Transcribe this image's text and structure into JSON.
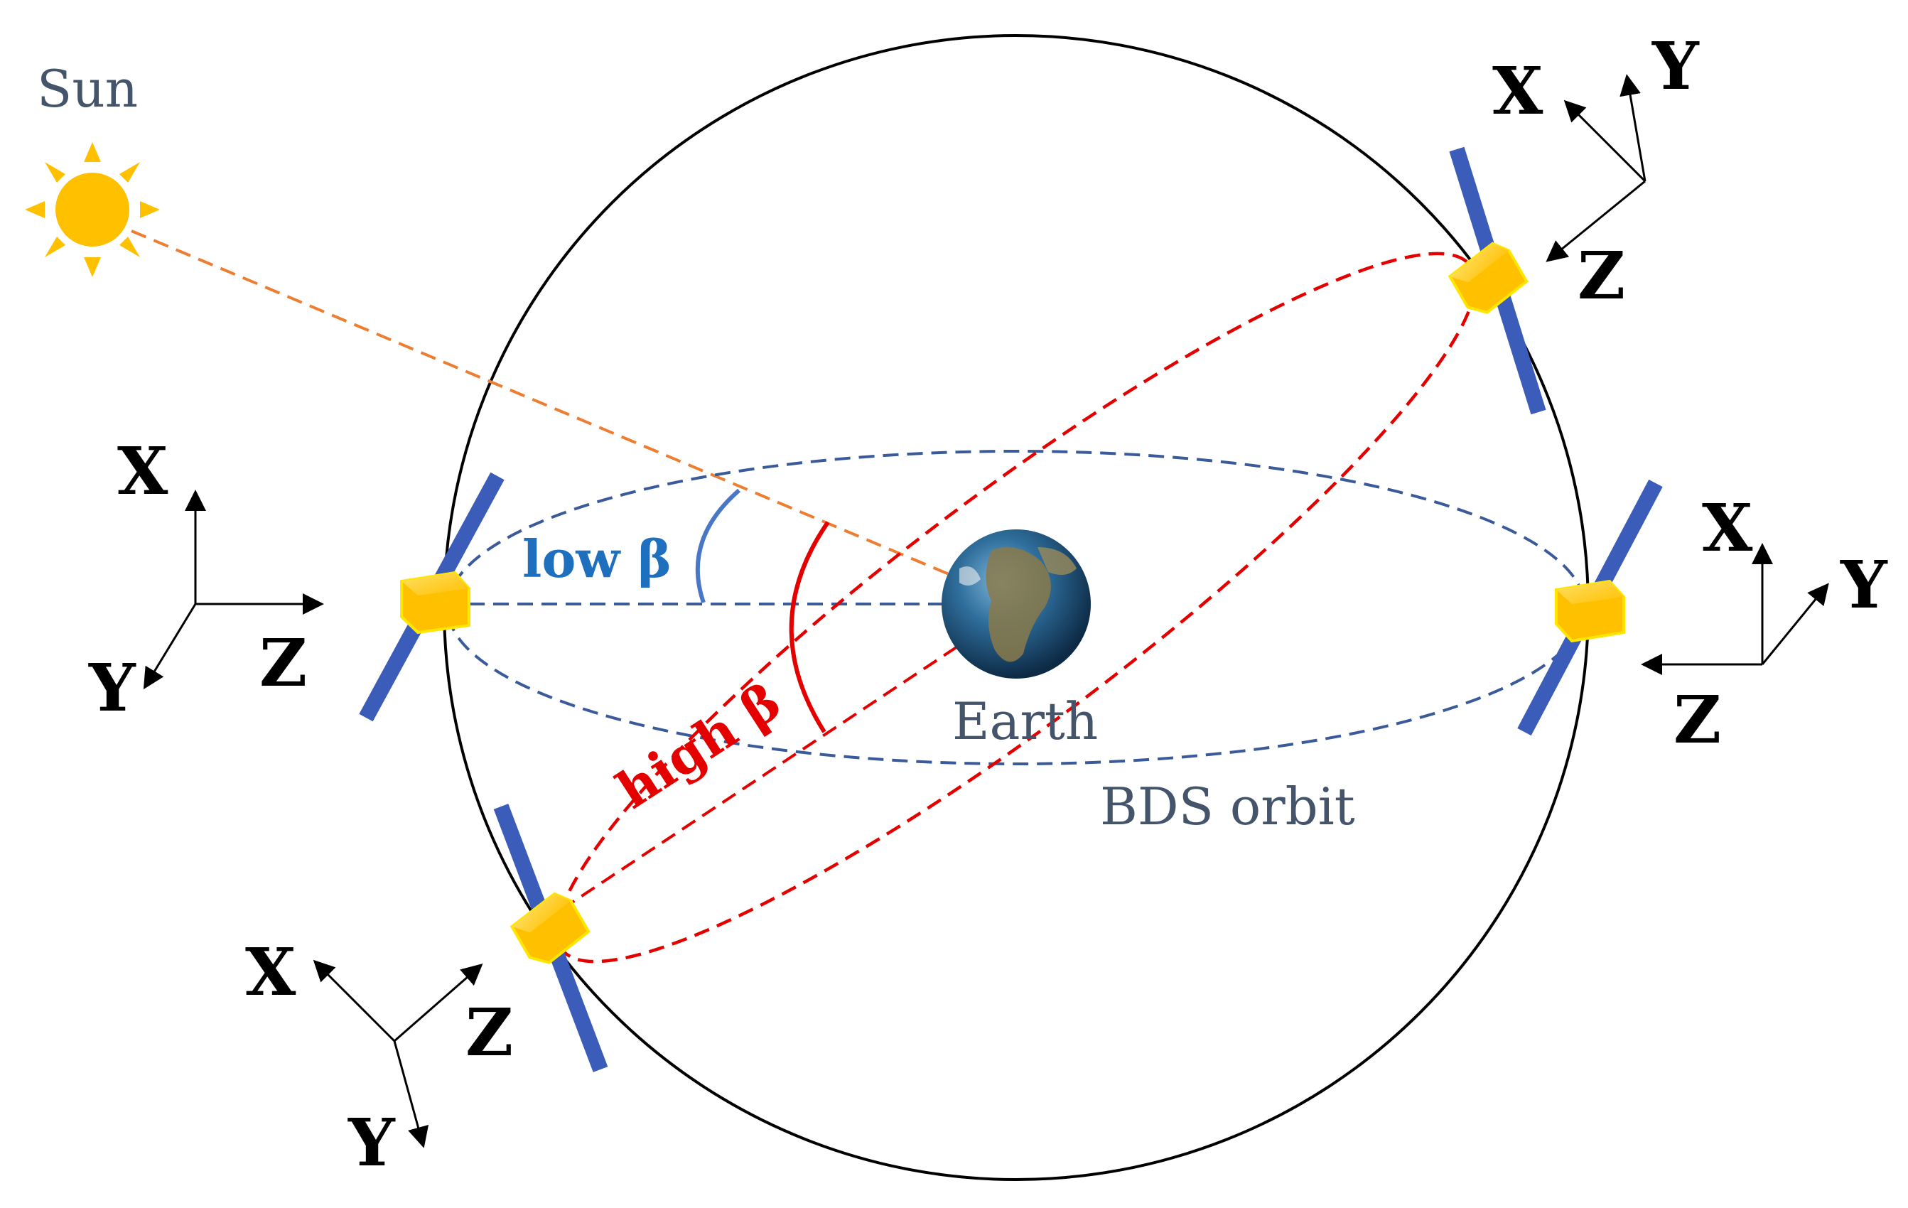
{
  "labels": {
    "sun": "Sun",
    "earth": "Earth",
    "orbit": "BDS orbit",
    "low_beta": "low β",
    "high_beta": "high β"
  },
  "satellites": [
    {
      "id": "left",
      "axes": {
        "x": "X",
        "y": "Y",
        "z": "Z"
      }
    },
    {
      "id": "top-right",
      "axes": {
        "x": "X",
        "y": "Y",
        "z": "Z"
      }
    },
    {
      "id": "right",
      "axes": {
        "x": "X",
        "y": "Y",
        "z": "Z"
      }
    },
    {
      "id": "bottom-left",
      "axes": {
        "x": "X",
        "y": "Y",
        "z": "Z"
      }
    }
  ],
  "colors": {
    "low_beta": "#1f6fbf",
    "high_beta": "#e50000",
    "orbit_line": "#3a5a9a",
    "sun_line": "#ed7d31",
    "sun": "#ffc000",
    "panel": "#3b5cb8",
    "satellite_body": "#ffc000",
    "label_gray": "#44546a"
  }
}
